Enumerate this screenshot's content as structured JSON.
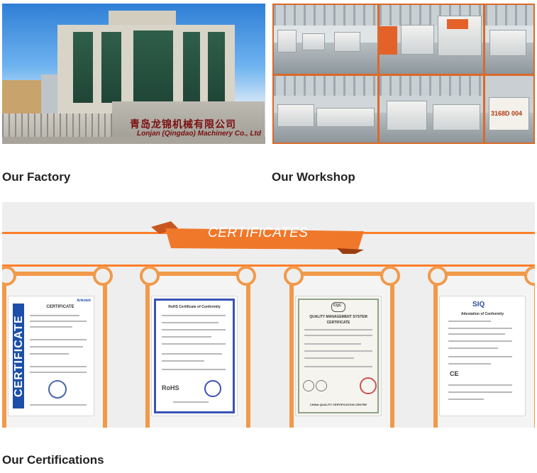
{
  "factory": {
    "label": "Our Factory",
    "sign_cn": "青岛龙锦机械有限公司",
    "sign_en": "Lonjan (Qingdao) Machinery Co., Ltd"
  },
  "workshop": {
    "label": "Our Workshop",
    "note": "3168D 004"
  },
  "certificates": {
    "banner_title": "CERTIFICATES",
    "label": "Our Certifications",
    "items": [
      {
        "title": "CERTIFICATE",
        "vertical_text": "CERTIFICATE",
        "badge": "Ankotek"
      },
      {
        "title": "RoHS Certificate of Conformity",
        "mark": "RoHS"
      },
      {
        "title": "QUALITY MANAGEMENT SYSTEM",
        "subtitle": "CERTIFICATE",
        "logo": "CQC",
        "footer": "CHINA QUALITY CERTIFICATION CENTRE"
      },
      {
        "title": "Attestation of Conformity",
        "logo": "SIQ",
        "mark": "CE"
      }
    ]
  },
  "colors": {
    "accent": "#ff7e2a",
    "ribbon": "#f0782a",
    "frame": "#f09a4a",
    "text": "#222222"
  }
}
